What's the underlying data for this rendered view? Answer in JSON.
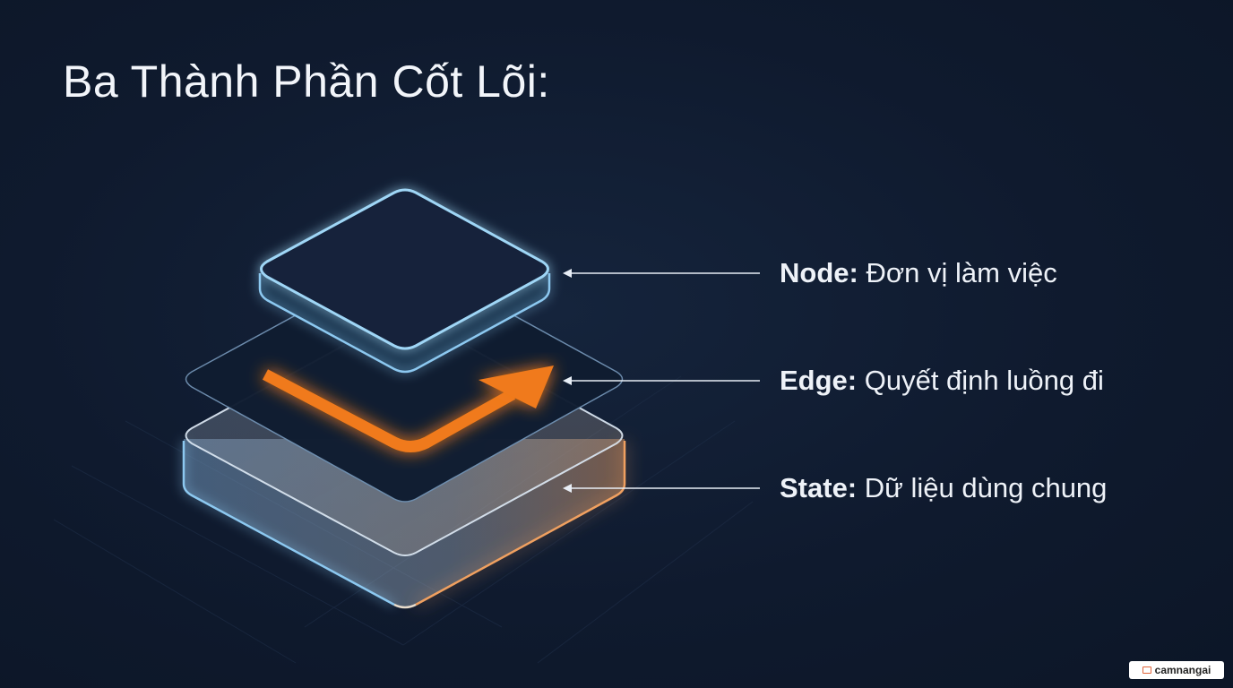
{
  "title": "Ba Thành Phần Cốt Lõi:",
  "components": [
    {
      "term": "Node:",
      "description": " Đơn vị làm việc"
    },
    {
      "term": "Edge:",
      "description": " Quyết định luồng đi"
    },
    {
      "term": "State:",
      "description": " Dữ liệu dùng chung"
    }
  ],
  "watermark": "camnangai",
  "colors": {
    "background": "#0f1a2e",
    "node_glow": "#7cc4f0",
    "edge_arrow": "#f07a1a",
    "state_glow": "#e8874a"
  }
}
